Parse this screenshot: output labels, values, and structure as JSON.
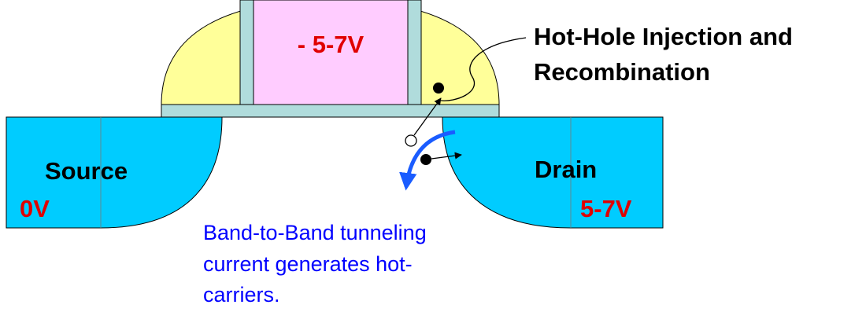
{
  "labels": {
    "gate_voltage": "- 5-7V",
    "title_line1": "Hot-Hole Injection and",
    "title_line2": "Recombination",
    "source": "Source",
    "source_voltage": "0V",
    "drain": "Drain",
    "drain_voltage": "5-7V",
    "caption_line1": "Band-to-Band tunneling",
    "caption_line2": "current generates hot-",
    "caption_line3": "carriers."
  },
  "colors": {
    "spacer_fill": "#ffff99",
    "gate_fill": "#ffccff",
    "oxide_fill": "#b0dcdc",
    "diffusion_fill": "#00ccff",
    "voltage_text": "#e00000",
    "caption_text": "#0000ff",
    "tunneling_arrow": "#1a5cff",
    "outline": "#000000"
  }
}
